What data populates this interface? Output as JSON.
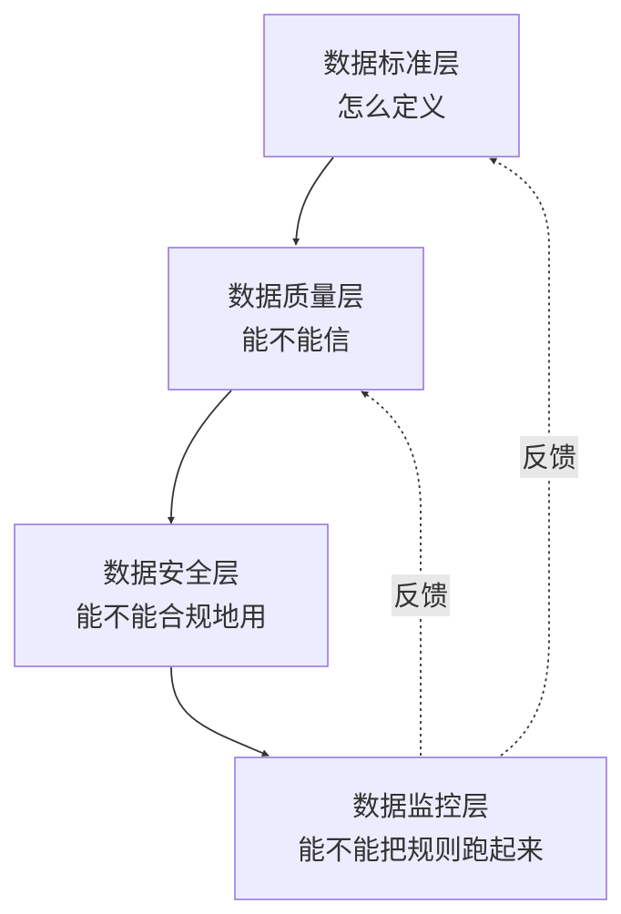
{
  "nodes": {
    "standard": {
      "line1": "数据标准层",
      "line2": "怎么定义"
    },
    "quality": {
      "line1": "数据质量层",
      "line2": "能不能信"
    },
    "security": {
      "line1": "数据安全层",
      "line2": "能不能合规地用"
    },
    "monitoring": {
      "line1": "数据监控层",
      "line2": "能不能把规则跑起来"
    }
  },
  "edges": {
    "feedback_to_quality": {
      "label": "反馈"
    },
    "feedback_to_standard": {
      "label": "反馈"
    }
  },
  "colors": {
    "node_fill": "#ececff",
    "node_stroke": "#9370db",
    "edge": "#333333",
    "label_bg": "#e8e8e8"
  }
}
